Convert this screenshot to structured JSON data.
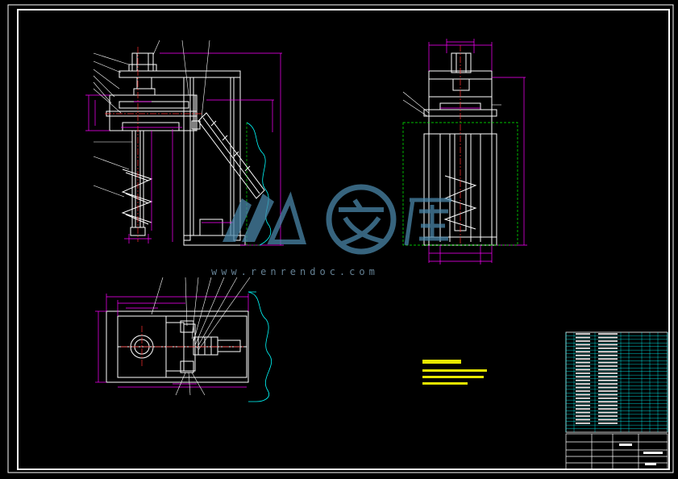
{
  "watermark": {
    "logo_name": "renrendoc-logo",
    "url_text": "www.renrendoc.com",
    "color": "#4a86a8"
  },
  "colors": {
    "background": "#000000",
    "outline": "#ffffff",
    "dimension": "#ff00ff",
    "center_line": "#ff3030",
    "leader": "#ffff00",
    "break_line": "#00ffff",
    "hidden_region": "#00ff00",
    "table_grid": "#00ffff"
  },
  "views": [
    {
      "name": "front-view"
    },
    {
      "name": "side-view"
    },
    {
      "name": "top-view"
    }
  ],
  "title_block": {
    "rows": 28,
    "has_parts_list": true
  }
}
